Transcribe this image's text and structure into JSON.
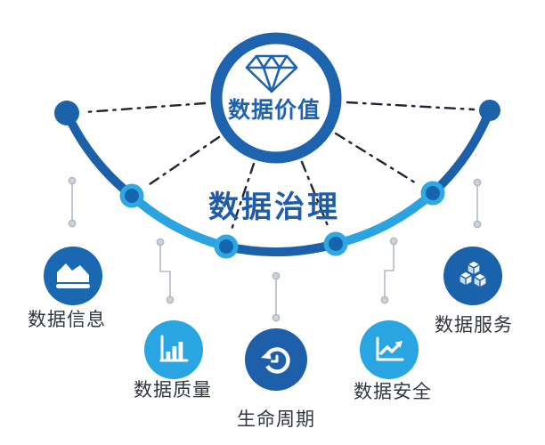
{
  "title": {
    "label": "数据治理"
  },
  "hub": {
    "label": "数据价值",
    "icon": "diamond-icon"
  },
  "nodes": [
    {
      "id": "data-info",
      "label": "数据信息",
      "icon": "area-chart-icon",
      "circle_color": "#1a68b2"
    },
    {
      "id": "data-quality",
      "label": "数据质量",
      "icon": "bar-chart-icon",
      "circle_color": "#29a5e1"
    },
    {
      "id": "life-cycle",
      "label": "生命周期",
      "icon": "history-icon",
      "circle_color": "#1e5fa9"
    },
    {
      "id": "data-security",
      "label": "数据安全",
      "icon": "trend-chart-icon",
      "circle_color": "#29a5e1"
    },
    {
      "id": "data-service",
      "label": "数据服务",
      "icon": "cubes-icon",
      "circle_color": "#1a63ac"
    }
  ],
  "colors": {
    "hub_ring": "#1e63ae",
    "arc_dark": "#1b60a8",
    "arc_light": "#2aa3e0",
    "dash_line": "#1d2633",
    "connector_gray": "#b3bac5",
    "label_text": "#32373e",
    "title_text": "#1e5ba9",
    "background": "#ffffff"
  }
}
